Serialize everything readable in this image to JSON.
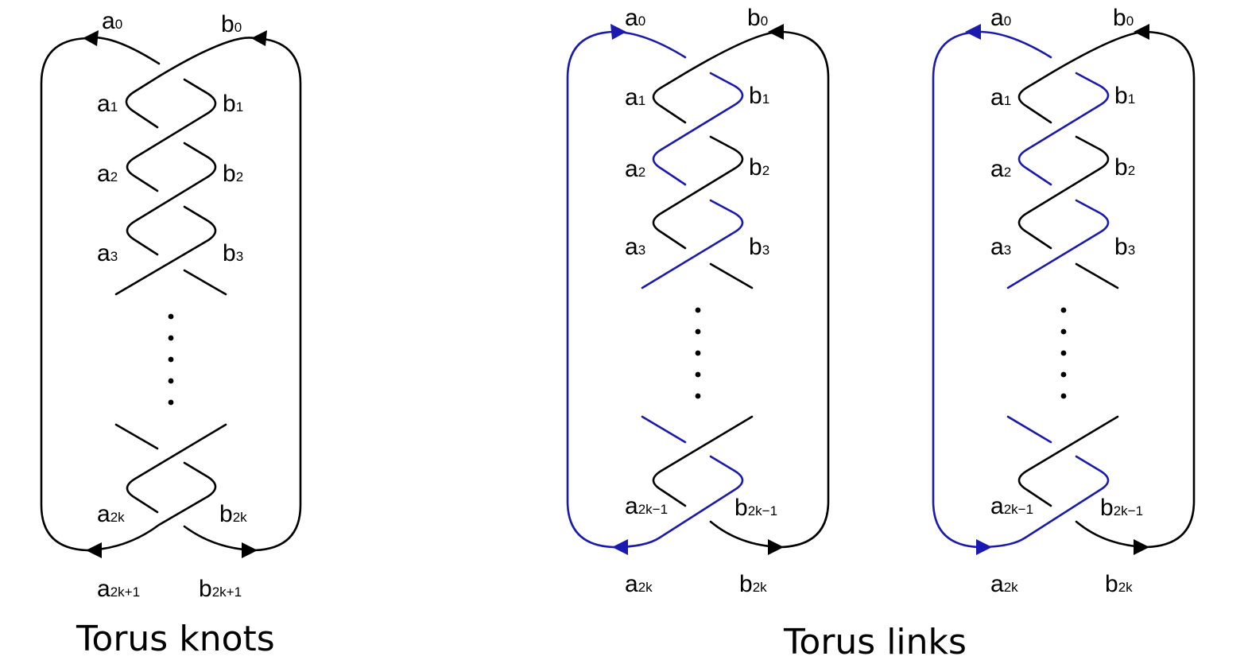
{
  "colors": {
    "black": "#000000",
    "blue": "#1a1ab0"
  },
  "titles": {
    "knots": "Torus knots",
    "links": "Torus links"
  },
  "labels": {
    "knot": {
      "a0": {
        "base": "a",
        "sub": "0"
      },
      "b0": {
        "base": "b",
        "sub": "0"
      },
      "a1": {
        "base": "a",
        "sub": "1"
      },
      "b1": {
        "base": "b",
        "sub": "1"
      },
      "a2": {
        "base": "a",
        "sub": "2"
      },
      "b2": {
        "base": "b",
        "sub": "2"
      },
      "a3": {
        "base": "a",
        "sub": "3"
      },
      "b3": {
        "base": "b",
        "sub": "3"
      },
      "a2k": {
        "base": "a",
        "sub": "2k"
      },
      "b2k": {
        "base": "b",
        "sub": "2k"
      },
      "a2k1": {
        "base": "a",
        "sub": "2k+1"
      },
      "b2k1": {
        "base": "b",
        "sub": "2k+1"
      }
    },
    "link": {
      "a0": {
        "base": "a",
        "sub": "0"
      },
      "b0": {
        "base": "b",
        "sub": "0"
      },
      "a1": {
        "base": "a",
        "sub": "1"
      },
      "b1": {
        "base": "b",
        "sub": "1"
      },
      "a2": {
        "base": "a",
        "sub": "2"
      },
      "b2": {
        "base": "b",
        "sub": "2"
      },
      "a3": {
        "base": "a",
        "sub": "3"
      },
      "b3": {
        "base": "b",
        "sub": "3"
      },
      "a2km1": {
        "base": "a",
        "sub": "2k−1"
      },
      "b2km1": {
        "base": "b",
        "sub": "2k−1"
      },
      "a2k": {
        "base": "a",
        "sub": "2k"
      },
      "b2k": {
        "base": "b",
        "sub": "2k"
      }
    }
  }
}
